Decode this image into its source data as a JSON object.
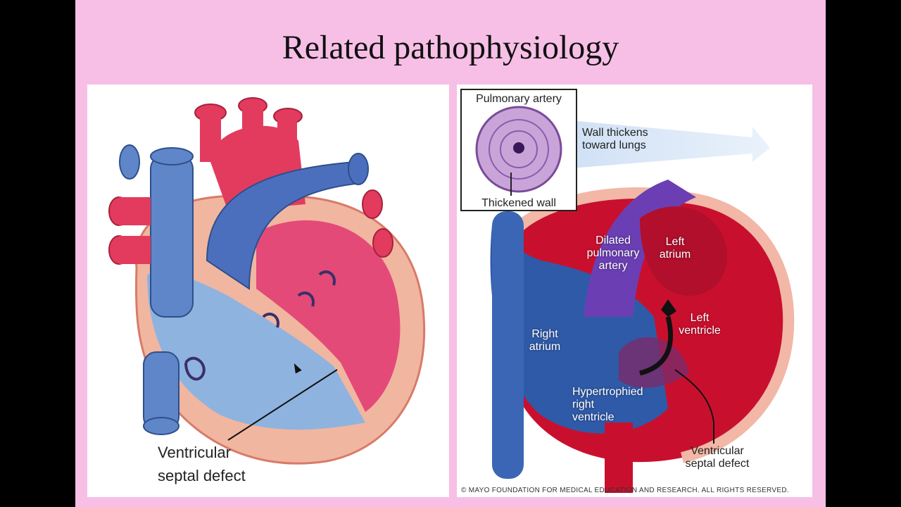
{
  "slide": {
    "title": "Related pathophysiology"
  },
  "left_diagram": {
    "label_line1": "Ventricular",
    "label_line2": "septal defect"
  },
  "right_diagram": {
    "inset_title": "Pulmonary artery",
    "inset_caption": "Thickened wall",
    "arrow_label_line1": "Wall thickens",
    "arrow_label_line2": "toward lungs",
    "dilated_line1": "Dilated",
    "dilated_line2": "pulmonary",
    "dilated_line3": "artery",
    "left_atrium_line1": "Left",
    "left_atrium_line2": "atrium",
    "left_ventricle_line1": "Left",
    "left_ventricle_line2": "ventricle",
    "right_atrium_line1": "Right",
    "right_atrium_line2": "atrium",
    "hypertrophied_line1": "Hypertrophied",
    "hypertrophied_line2": "right",
    "hypertrophied_line3": "ventricle",
    "vsd_line1": "Ventricular",
    "vsd_line2": "septal defect",
    "copyright": "© MAYO FOUNDATION FOR MEDICAL EDUCATION AND RESEARCH. ALL RIGHTS RESERVED."
  }
}
